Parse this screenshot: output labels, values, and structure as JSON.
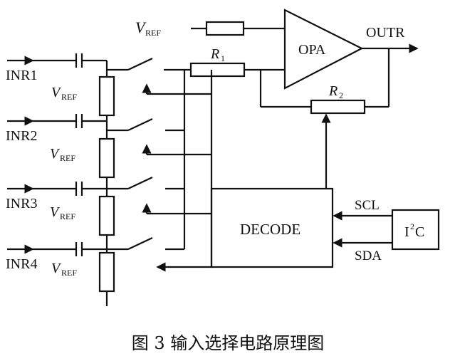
{
  "labels": {
    "vref": "V",
    "vref_sub": "REF",
    "r1": "R",
    "r1_sub": "1",
    "r2": "R",
    "r2_sub": "2",
    "opa": "OPA",
    "outr": "OUTR",
    "decode": "DECODE",
    "scl": "SCL",
    "sda": "SDA",
    "i2c": "I",
    "i2c_sup": "2",
    "i2c_tail": "C",
    "inputs": [
      "INR1",
      "INR2",
      "INR3",
      "INR4"
    ]
  },
  "caption": "图 3   输入选择电路原理图"
}
